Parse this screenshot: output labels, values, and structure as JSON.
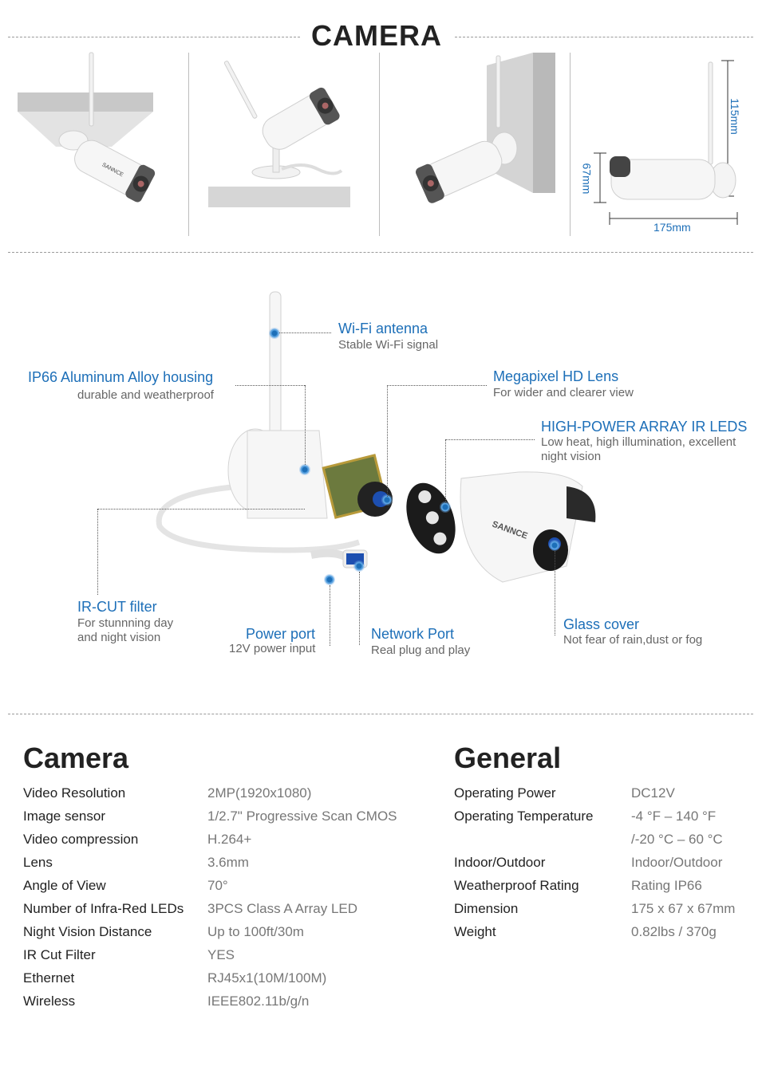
{
  "header": {
    "title": "CAMERA"
  },
  "dimensions": {
    "height": "115mm",
    "depth": "67mm",
    "length": "175mm"
  },
  "brand": {
    "logo_text": "SANNCE"
  },
  "callouts": {
    "wifi": {
      "title": "Wi-Fi antenna",
      "sub": "Stable Wi-Fi signal"
    },
    "housing": {
      "title": "IP66 Aluminum Alloy housing",
      "sub": "durable and weatherproof"
    },
    "lens": {
      "title": "Megapixel HD Lens",
      "sub": "For wider and clearer view"
    },
    "ir_leds": {
      "title": "HIGH-POWER ARRAY IR LEDS",
      "sub1": "Low heat, high illumination, excellent",
      "sub2": "night vision"
    },
    "ircut": {
      "title": "IR-CUT  filter",
      "sub1": "For stunnning day",
      "sub2": "and night vision"
    },
    "power": {
      "title": "Power port",
      "sub": "12V power input"
    },
    "network": {
      "title": "Network Port",
      "sub": "Real plug and play"
    },
    "glass": {
      "title": "Glass cover",
      "sub": "Not fear of rain,dust or fog"
    }
  },
  "camera_specs": {
    "heading": "Camera",
    "rows": [
      {
        "label": "Video Resolution",
        "value": "2MP(1920x1080)"
      },
      {
        "label": "Image sensor",
        "value": "1/2.7\" Progressive Scan CMOS"
      },
      {
        "label": "Video compression",
        "value": "H.264+"
      },
      {
        "label": "Lens",
        "value": "3.6mm"
      },
      {
        "label": "Angle of View",
        "value": "70°"
      },
      {
        "label": "Number of Infra-Red LEDs",
        "value": "3PCS Class A Array LED"
      },
      {
        "label": "Night Vision Distance",
        "value": " Up to 100ft/30m"
      },
      {
        "label": "IR Cut Filter",
        "value": "YES"
      },
      {
        "label": "Ethernet",
        "value": "RJ45x1(10M/100M)"
      },
      {
        "label": "Wireless",
        "value": "IEEE802.11b/g/n"
      }
    ]
  },
  "general_specs": {
    "heading": "General",
    "rows": [
      {
        "label": "Operating Power",
        "value": "DC12V"
      },
      {
        "label": "Operating Temperature",
        "value": "-4 °F – 140 °F"
      },
      {
        "label": "",
        "value": "/-20 °C – 60 °C"
      },
      {
        "label": "Indoor/Outdoor",
        "value": "Indoor/Outdoor"
      },
      {
        "label": "Weatherproof Rating",
        "value": "Rating IP66"
      },
      {
        "label": "Dimension",
        "value": "175 x 67 x 67mm"
      },
      {
        "label": "Weight",
        "value": "0.82lbs / 370g"
      }
    ]
  }
}
